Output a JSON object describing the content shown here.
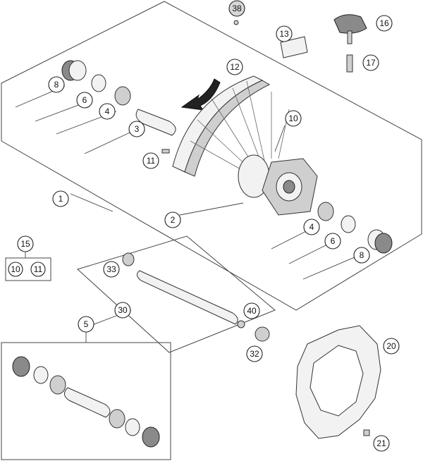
{
  "callouts": [
    {
      "id": "c38",
      "label": "38",
      "filled": true
    },
    {
      "id": "c16",
      "label": "16",
      "filled": false
    },
    {
      "id": "c13",
      "label": "13",
      "filled": false
    },
    {
      "id": "c17",
      "label": "17",
      "filled": false
    },
    {
      "id": "c12",
      "label": "12",
      "filled": false
    },
    {
      "id": "c8a",
      "label": "8",
      "filled": false
    },
    {
      "id": "c6a",
      "label": "6",
      "filled": false
    },
    {
      "id": "c4a",
      "label": "4",
      "filled": false
    },
    {
      "id": "c3",
      "label": "3",
      "filled": false
    },
    {
      "id": "c10a",
      "label": "10",
      "filled": false
    },
    {
      "id": "c11a",
      "label": "11",
      "filled": false
    },
    {
      "id": "c1",
      "label": "1",
      "filled": false
    },
    {
      "id": "c2",
      "label": "2",
      "filled": false
    },
    {
      "id": "c4b",
      "label": "4",
      "filled": false
    },
    {
      "id": "c6b",
      "label": "6",
      "filled": false
    },
    {
      "id": "c8b",
      "label": "8",
      "filled": false
    },
    {
      "id": "c15",
      "label": "15",
      "filled": false
    },
    {
      "id": "c10b",
      "label": "10",
      "filled": false
    },
    {
      "id": "c11b",
      "label": "11",
      "filled": false
    },
    {
      "id": "c33",
      "label": "33",
      "filled": false
    },
    {
      "id": "c30",
      "label": "30",
      "filled": false
    },
    {
      "id": "c40",
      "label": "40",
      "filled": false
    },
    {
      "id": "c32",
      "label": "32",
      "filled": false
    },
    {
      "id": "c5",
      "label": "5",
      "filled": false
    },
    {
      "id": "c20",
      "label": "20",
      "filled": false
    },
    {
      "id": "c21",
      "label": "21",
      "filled": false
    }
  ]
}
